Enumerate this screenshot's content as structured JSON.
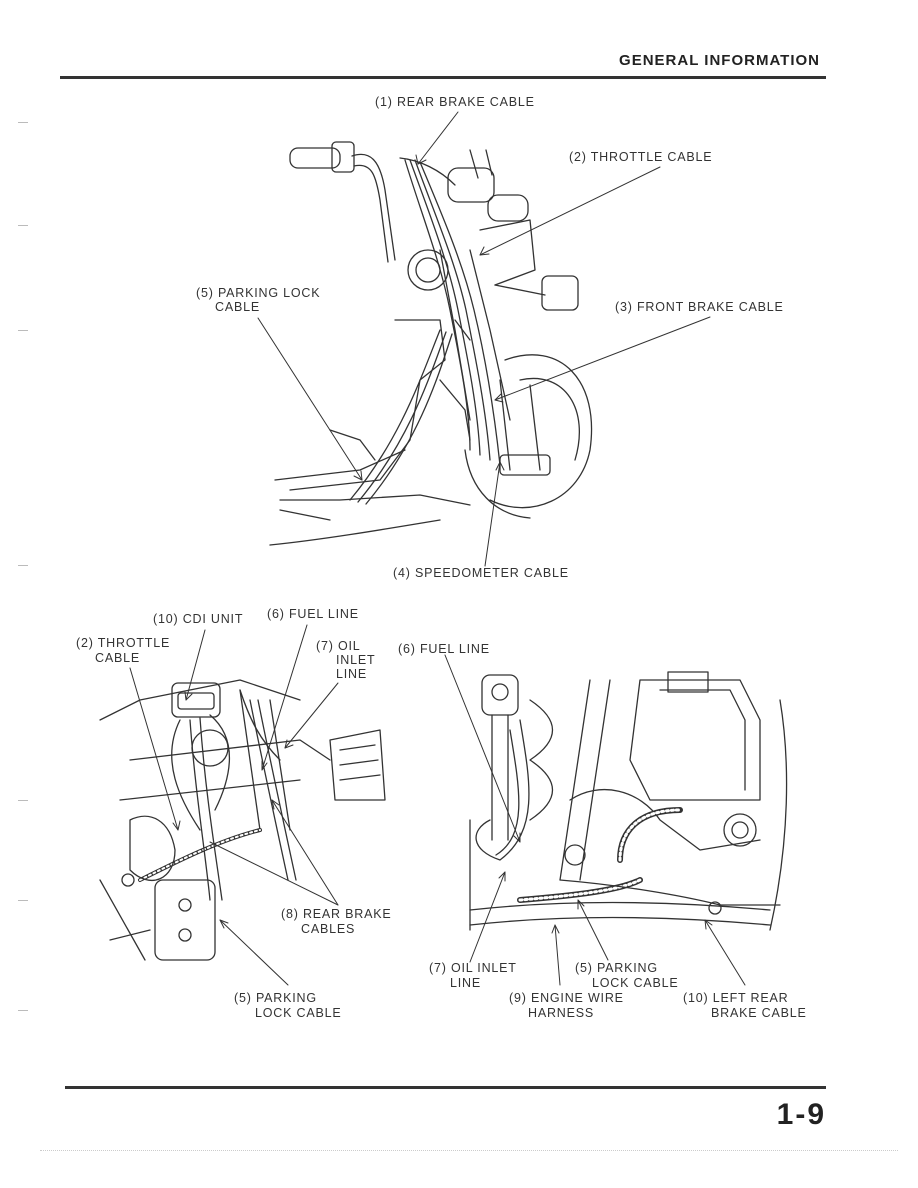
{
  "header": {
    "title": "GENERAL INFORMATION"
  },
  "figure_top": {
    "labels": {
      "rear_brake_cable": "(1) REAR BRAKE CABLE",
      "throttle_cable": "(2) THROTTLE CABLE",
      "parking_lock_cable_1": "(5) PARKING LOCK",
      "parking_lock_cable_2": "CABLE",
      "front_brake_cable": "(3) FRONT BRAKE CABLE",
      "speedometer_cable": "(4) SPEEDOMETER CABLE"
    }
  },
  "figure_bottom_left": {
    "labels": {
      "cdi_unit": "(10) CDI UNIT",
      "fuel_line": "(6) FUEL LINE",
      "throttle_cable_1": "(2) THROTTLE",
      "throttle_cable_2": "CABLE",
      "oil_inlet_line_1": "(7) OIL",
      "oil_inlet_line_2": "INLET",
      "oil_inlet_line_3": "LINE",
      "rear_brake_cables_1": "(8) REAR BRAKE",
      "rear_brake_cables_2": "CABLES",
      "parking_lock_cable_1": "(5) PARKING",
      "parking_lock_cable_2": "LOCK CABLE"
    }
  },
  "figure_bottom_right": {
    "labels": {
      "fuel_line": "(6) FUEL LINE",
      "oil_inlet_line_1": "(7) OIL INLET",
      "oil_inlet_line_2": "LINE",
      "parking_lock_cable_1": "(5) PARKING",
      "parking_lock_cable_2": "LOCK CABLE",
      "engine_wire_harness_1": "(9) ENGINE WIRE",
      "engine_wire_harness_2": "HARNESS",
      "left_rear_brake_cable_1": "(10) LEFT REAR",
      "left_rear_brake_cable_2": "BRAKE CABLE"
    }
  },
  "footer": {
    "page_number": "1-9"
  }
}
